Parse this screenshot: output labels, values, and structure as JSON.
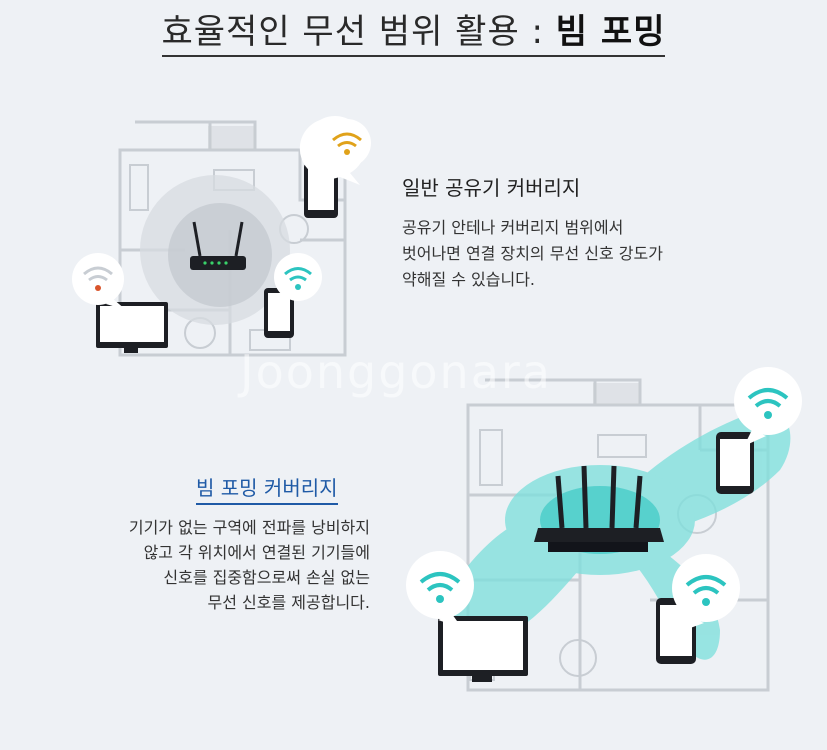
{
  "title": {
    "main": "효율적인 무선 범위 활용 : ",
    "bold": "빔 포밍"
  },
  "watermark": "Joonggonara",
  "normal": {
    "heading": "일반 공유기 커버리지",
    "lines": [
      "공유기 안테나 커버리지 범위에서",
      "벗어나면 연결 장치의 무선 신호 강도가",
      "약해질 수 있습니다."
    ]
  },
  "beam": {
    "heading": "빔 포밍 커버리지",
    "lines": [
      "기기가 없는 구역에 전파를 낭비하지",
      "않고 각 위치에서 연결된 기기들에",
      "신호를 집중함으로써 손실 없는",
      "무선 신호를 제공합니다."
    ]
  },
  "colors": {
    "wifi_strong": "#2cc4c0",
    "wifi_medium": "#e0a21a",
    "wifi_weak": "#d9542b",
    "beam_fill": "#7fe0dc",
    "accent_blue": "#1f5aa6"
  },
  "icons": [
    "wifi-icon",
    "router-icon",
    "phone-icon",
    "monitor-icon",
    "floorplan-icon"
  ]
}
